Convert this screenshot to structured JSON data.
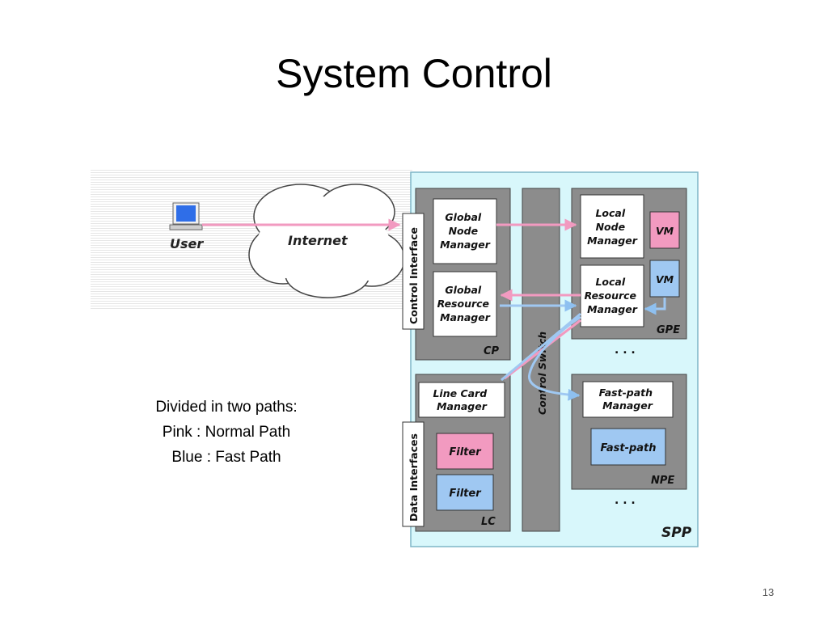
{
  "slide": {
    "title": "System Control",
    "caption_lines": [
      "Divided in two paths:",
      "Pink : Normal Path",
      "Blue : Fast Path"
    ],
    "number": "13"
  },
  "diagram": {
    "user_label": "User",
    "internet_label": "Internet",
    "control_interface_label": "Control Interface",
    "data_interfaces_label": "Data Interfaces",
    "control_switch_label": "Control Switch",
    "cp": {
      "label": "CP",
      "global_node_manager": [
        "Global",
        "Node",
        "Manager"
      ],
      "global_resource_manager": [
        "Global",
        "Resource",
        "Manager"
      ]
    },
    "gpe": {
      "label": "GPE",
      "local_node_manager": [
        "Local",
        "Node",
        "Manager"
      ],
      "local_resource_manager": [
        "Local",
        "Resource",
        "Manager"
      ],
      "vm_pink": "VM",
      "vm_blue": "VM",
      "ellipsis": ". . ."
    },
    "lc": {
      "label": "LC",
      "line_card_manager": [
        "Line Card",
        "Manager"
      ],
      "filter_pink": "Filter",
      "filter_blue": "Filter"
    },
    "npe": {
      "label": "NPE",
      "fast_path_manager": [
        "Fast-path",
        "Manager"
      ],
      "fast_path": "Fast-path",
      "ellipsis": ". . ."
    },
    "spp_label": "SPP",
    "colors": {
      "normal_path": "#f29ac0",
      "fast_path": "#9fc8f2",
      "spp_background": "#d8f7fb",
      "module_gray": "#8c8c8c"
    }
  }
}
